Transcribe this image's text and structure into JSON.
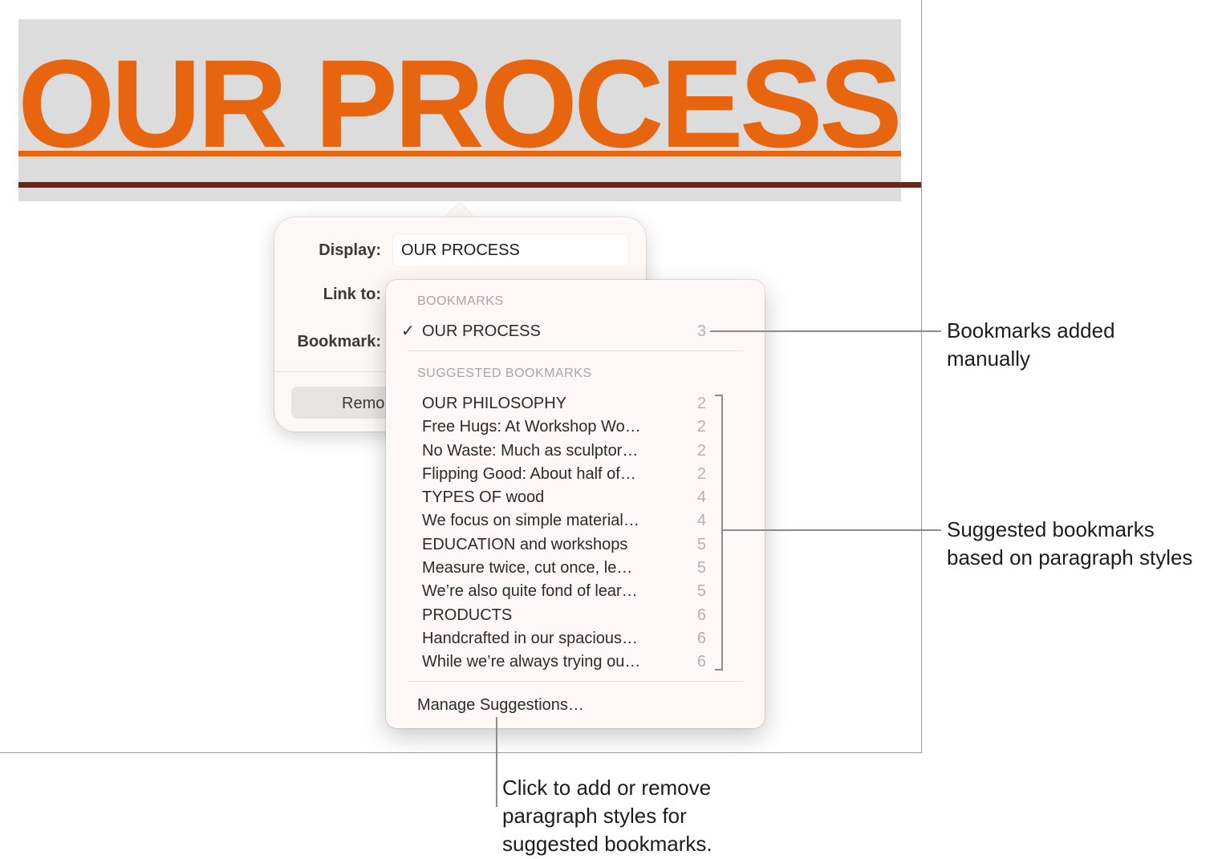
{
  "document": {
    "heading": "OUR PROCESS"
  },
  "popover": {
    "display_label": "Display:",
    "display_value": "OUR PROCESS",
    "link_label": "Link to:",
    "bookmark_label": "Bookmark:",
    "remove_label": "Remo"
  },
  "menu": {
    "bookmarks_header": "BOOKMARKS",
    "bookmarks": [
      {
        "check": "✓",
        "label": "OUR PROCESS",
        "page": "3"
      }
    ],
    "suggested_header": "SUGGESTED BOOKMARKS",
    "suggested": [
      {
        "label": "OUR PHILOSOPHY",
        "page": "2"
      },
      {
        "label": "Free Hugs: At Workshop Wo…",
        "page": "2"
      },
      {
        "label": "No Waste: Much as sculptor…",
        "page": "2"
      },
      {
        "label": "Flipping Good: About half of…",
        "page": "2"
      },
      {
        "label": "TYPES OF wood",
        "page": "4"
      },
      {
        "label": "We focus on simple material…",
        "page": "4"
      },
      {
        "label": "EDUCATION and workshops",
        "page": "5"
      },
      {
        "label": "Measure twice, cut once, le…",
        "page": "5"
      },
      {
        "label": "We’re also quite fond of lear…",
        "page": "5"
      },
      {
        "label": "PRODUCTS",
        "page": "6"
      },
      {
        "label": "Handcrafted in our spacious…",
        "page": "6"
      },
      {
        "label": "While we’re always trying ou…",
        "page": "6"
      }
    ],
    "manage_label": "Manage Suggestions…"
  },
  "callouts": {
    "manual": [
      "Bookmarks added",
      "manually"
    ],
    "suggested": [
      "Suggested bookmarks",
      "based on paragraph styles"
    ],
    "manage": [
      "Click to add or remove",
      "paragraph styles for",
      "suggested bookmarks."
    ]
  },
  "colors": {
    "heading_orange": "#e8650f",
    "heading_rule": "#6e2410",
    "selection_gray": "#dcdcdc"
  }
}
